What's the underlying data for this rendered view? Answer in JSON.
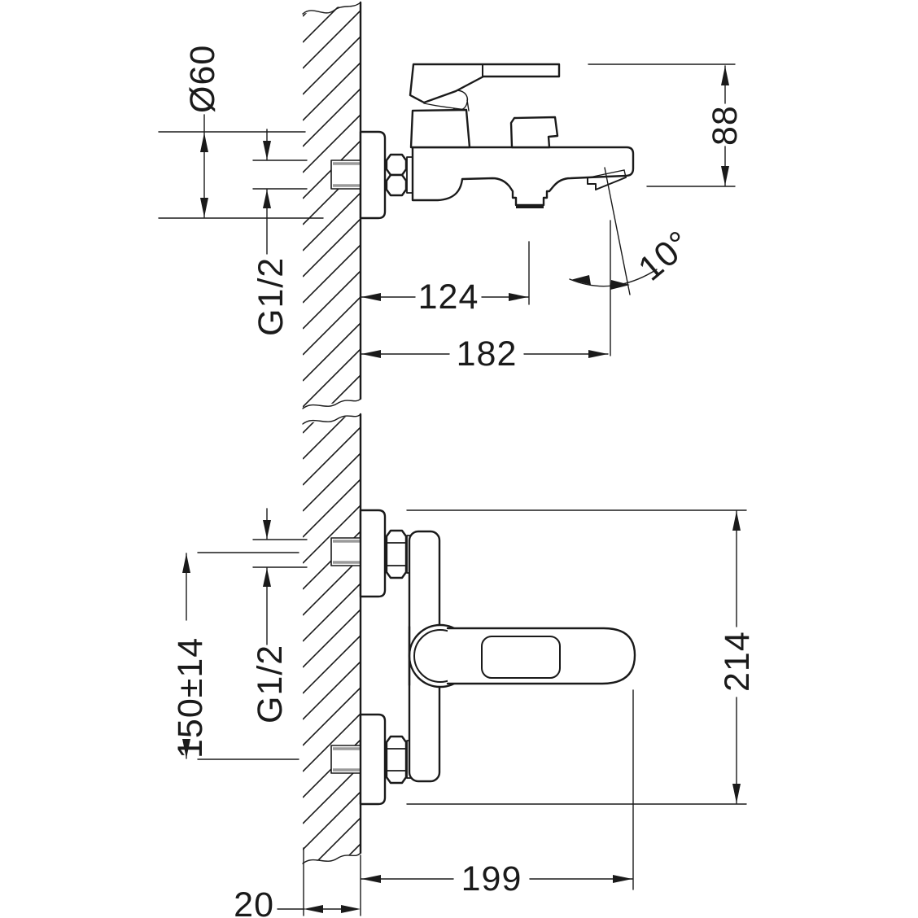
{
  "drawing": {
    "subject": "wall-mounted bath mixer tap installation drawing, side view and front view",
    "units": "mm",
    "line_color": "#1a1a1a",
    "thread_shade_color": "#9a9a9a",
    "background": "#ffffff",
    "side_view": {
      "dims": {
        "plate_diameter": "Ø60",
        "thread": "G1/2",
        "wall_to_aerator": "124",
        "wall_to_spout_tip": "182",
        "spout_angle": "10°",
        "height_handle_to_spout": "88"
      }
    },
    "front_view": {
      "dims": {
        "thread": "G1/2",
        "connection_spacing": "150±14",
        "overall_height": "214",
        "wall_to_handle_end": "199",
        "wall_allowance": "20"
      }
    }
  }
}
